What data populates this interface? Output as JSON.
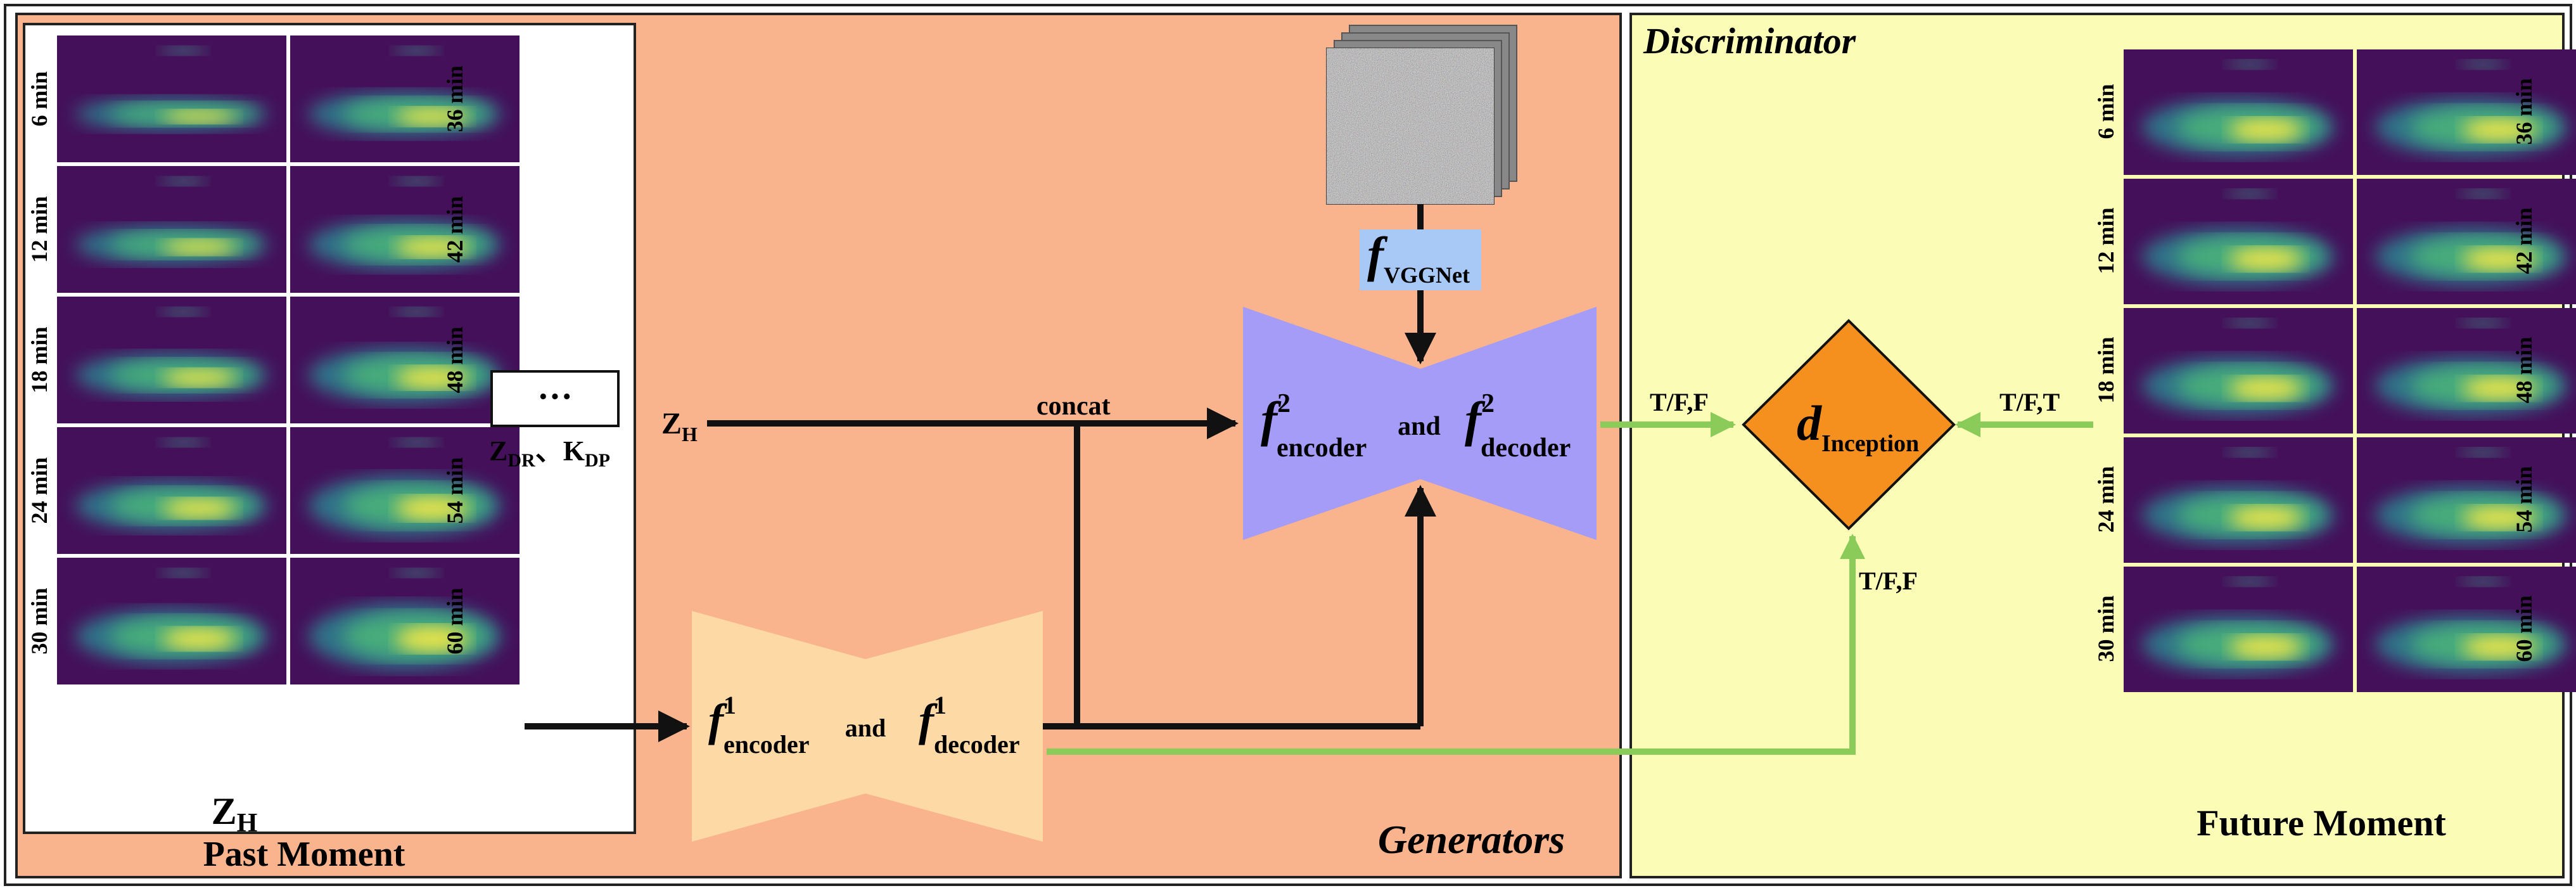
{
  "past_panel": {
    "rows_left": [
      "6 min",
      "12 min",
      "18 min",
      "24 min",
      "30 min"
    ],
    "rows_right": [
      "36 min",
      "42 min",
      "48 min",
      "54 min",
      "60 min"
    ],
    "variable_main": "Z",
    "variable_sub": "H",
    "caption": "Past Moment"
  },
  "other_vars": {
    "ellipsis": "···",
    "zdr_main": "Z",
    "zdr_sub": "DR",
    "separator": "、",
    "kdp_main": "K",
    "kdp_sub": "DP"
  },
  "generators": {
    "title": "Generators",
    "zh_main": "Z",
    "zh_sub": "H",
    "concat_label": "concat",
    "vgg_main": "f",
    "vgg_sub": "VGGNet",
    "g1_encoder_main": "f",
    "g1_encoder_sup": "1",
    "g1_encoder_sub": "encoder",
    "g1_and": "and",
    "g1_decoder_main": "f",
    "g1_decoder_sup": "1",
    "g1_decoder_sub": "decoder",
    "g2_encoder_main": "f",
    "g2_encoder_sup": "2",
    "g2_encoder_sub": "encoder",
    "g2_and": "and",
    "g2_decoder_main": "f",
    "g2_decoder_sup": "2",
    "g2_decoder_sub": "decoder"
  },
  "discriminator": {
    "title": "Discriminator",
    "d_main": "d",
    "d_sub": "Inception",
    "label_left": "T/F,F",
    "label_right": "T/F,T",
    "label_bottom": "T/F,F"
  },
  "future_panel": {
    "rows_left": [
      "6 min",
      "12 min",
      "18 min",
      "24 min",
      "30 min"
    ],
    "rows_right": [
      "36 min",
      "42 min",
      "48 min",
      "54 min",
      "60 min"
    ],
    "caption": "Future Moment"
  },
  "colors": {
    "generator_bg": "#FAB48D",
    "discriminator_bg": "#FBFCB5",
    "g1_shape": "#FDD9A6",
    "g2_shape": "#A49CF6",
    "vgg_box": "#A8C8F6",
    "d_diamond": "#F5901F",
    "green_arrow": "#8BCB5A",
    "radar_bg": "#44105A"
  }
}
